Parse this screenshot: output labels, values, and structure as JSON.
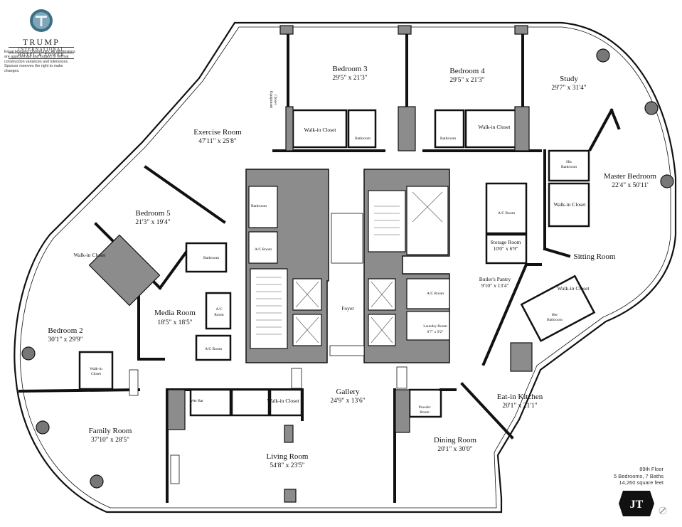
{
  "brand": {
    "name": "TRUMP",
    "sub1": "INTERNATIONAL",
    "sub2": "HOTEL & TOWER",
    "disclaimer": "Equal Housing Opportunity. All dimensions are approximate and subject to normal construction variances and tolerances. Sponsor reserves the right to make changes."
  },
  "floor_info": {
    "floor": "89th Floor",
    "rooms": "5 Bedrooms, 7 Baths",
    "area": "14,260 square feet"
  },
  "badge": {
    "text": "JT"
  },
  "colors": {
    "wall": "#111111",
    "core": "#8c8c8c",
    "glass": "#ffffff",
    "accent": "#3d6f84"
  },
  "rooms": {
    "bedroom3": {
      "name": "Bedroom 3",
      "dims": "29'5\" x 21'3\""
    },
    "bedroom4": {
      "name": "Bedroom 4",
      "dims": "29'5\" x 21'3\""
    },
    "study": {
      "name": "Study",
      "dims": "29'7\" x 31'4\""
    },
    "exercise": {
      "name": "Exercise Room",
      "dims": "47'11\" x 25'8\""
    },
    "master": {
      "name": "Master Bedroom",
      "dims": "22'4\" x 50'11'"
    },
    "bedroom5": {
      "name": "Bedroom 5",
      "dims": "21'3\" x 19'4\""
    },
    "media": {
      "name": "Media Room",
      "dims": "18'5\" x 18'5\""
    },
    "bedroom2": {
      "name": "Bedroom 2",
      "dims": "30'1\" x 29'9\""
    },
    "family": {
      "name": "Family Room",
      "dims": "37'10\" x 28'5\""
    },
    "living": {
      "name": "Living Room",
      "dims": "54'8\" x 23'5\""
    },
    "gallery": {
      "name": "Gallery",
      "dims": "24'9\" x 13'6\""
    },
    "dining": {
      "name": "Dining Room",
      "dims": "20'1\" x 30'0\""
    },
    "kitchen": {
      "name": "Eat-in Kitchen",
      "dims": "20'1\" x 21'1\""
    },
    "butlers": {
      "name": "Butler's Pantry",
      "dims": "9'10\" x 13'4\""
    },
    "storage": {
      "name": "Storage Room",
      "dims": "10'0\" x 6'9\""
    },
    "laundry": {
      "name": "Laundry Room",
      "dims": "6'7\" x 9'2\""
    }
  },
  "labels": {
    "sitting": "Sitting Room",
    "foyer": "Foyer",
    "walkin": "Walk-in Closet",
    "walkin_split_a": "Walk-in",
    "walkin_split_b": "Closet",
    "bathroom": "Bathroom",
    "ac": "A/C Room",
    "ac_a": "A/C",
    "ac_b": "Room",
    "his": "His",
    "her": "Her",
    "bathroom_short": "Bathroom",
    "powder_a": "Powder",
    "powder_b": "Room",
    "wetbar": "Wet Bar",
    "equipment_a": "Equipment",
    "equipment_b": "Closet"
  }
}
